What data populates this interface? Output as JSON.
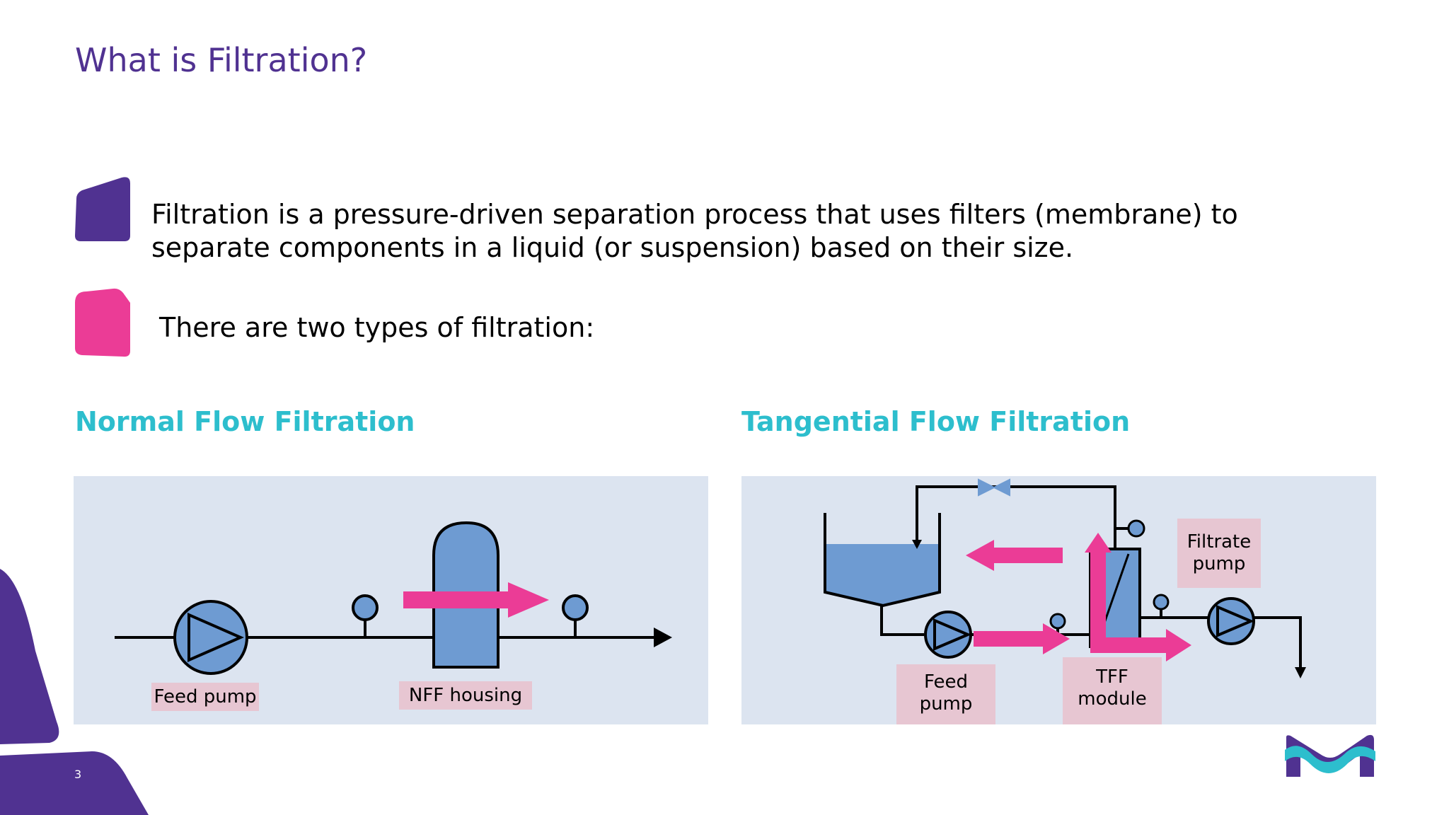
{
  "slide": {
    "title": "What is Filtration?",
    "bullets": [
      "Filtration is a pressure-driven separation process that uses filters (membrane) to separate components in a liquid (or suspension) based on their size.",
      "There are two types of filtration:"
    ],
    "page_number": "3"
  },
  "nff": {
    "heading": "Normal Flow Filtration",
    "labels": {
      "feed_pump": "Feed pump",
      "housing": "NFF housing"
    }
  },
  "tff": {
    "heading": "Tangential Flow Filtration",
    "labels": {
      "filtrate_pump_line1": "Filtrate",
      "filtrate_pump_line2": "pump",
      "feed_pump_line1": "Feed",
      "feed_pump_line2": "pump",
      "module_line1": "TFF",
      "module_line2": "module"
    }
  },
  "colors": {
    "title_purple": "#503291",
    "accent_teal": "#2DBECD",
    "accent_pink": "#EB3C96",
    "panel_bg": "#DCE4F0",
    "label_bg": "#E7C6D2",
    "equipment_blue": "#6E9BD2"
  },
  "icons": [
    "purple-bullet-shape",
    "pink-bullet-shape",
    "corner-decoration",
    "company-logo"
  ]
}
